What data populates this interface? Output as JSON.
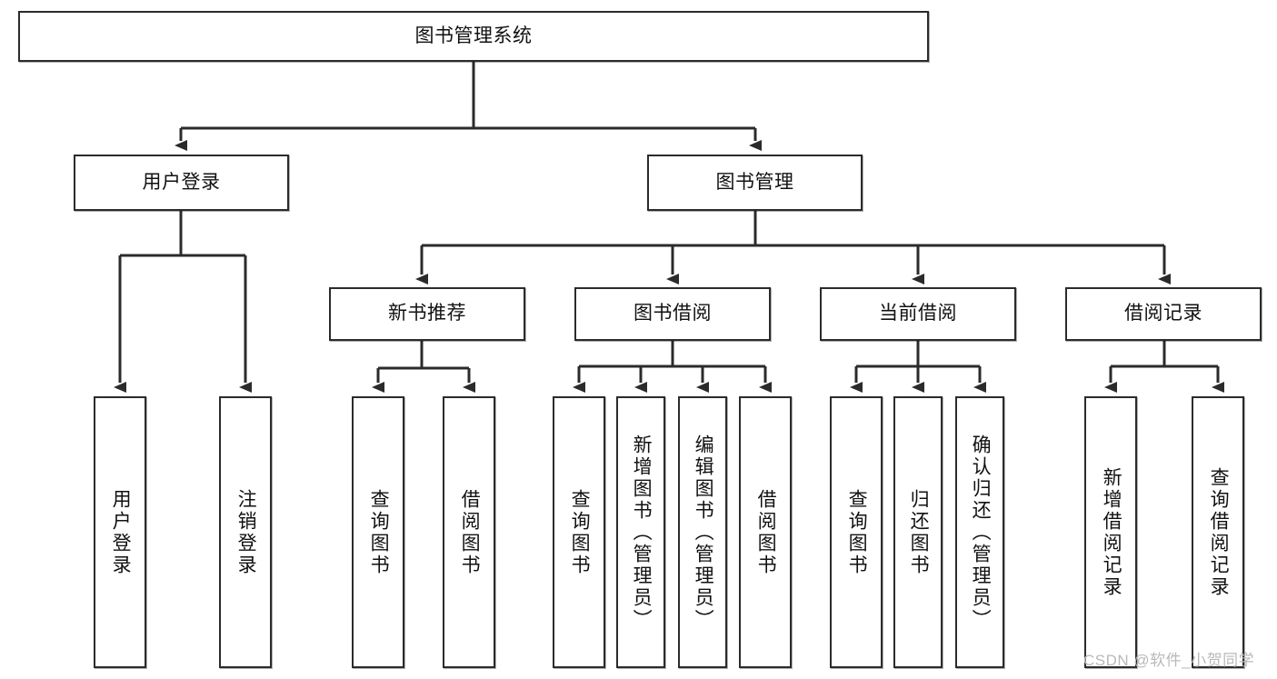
{
  "diagram": {
    "type": "tree-flowchart",
    "title": "图书管理系统",
    "watermark": "CSDN @软件_小贺同学",
    "colors": {
      "box_border": "#2b2b2b",
      "box_fill": "#ffffff",
      "connector": "#2b2b2b",
      "text": "#111111",
      "watermark": "#b9b9b9"
    },
    "nodes": {
      "root": {
        "label": "图书管理系统"
      },
      "level2": [
        {
          "id": "user-login",
          "label": "用户登录"
        },
        {
          "id": "book-manage",
          "label": "图书管理"
        }
      ],
      "level3": [
        {
          "id": "new-book-recommend",
          "label": "新书推荐"
        },
        {
          "id": "book-borrow",
          "label": "图书借阅"
        },
        {
          "id": "current-borrow",
          "label": "当前借阅"
        },
        {
          "id": "borrow-record",
          "label": "借阅记录"
        }
      ],
      "leaves": {
        "user_login": [
          {
            "id": "leaf-user-login",
            "label": "用户登录"
          },
          {
            "id": "leaf-user-logout",
            "label": "注销登录"
          }
        ],
        "new_book_recommend": [
          {
            "id": "leaf-query-book-1",
            "label": "查询图书"
          },
          {
            "id": "leaf-borrow-book-1",
            "label": "借阅图书"
          }
        ],
        "book_borrow": [
          {
            "id": "leaf-query-book-2",
            "label": "查询图书"
          },
          {
            "id": "leaf-add-book",
            "label": "新增图书（管理员）"
          },
          {
            "id": "leaf-edit-book",
            "label": "编辑图书（管理员）"
          },
          {
            "id": "leaf-borrow-book-2",
            "label": "借阅图书"
          }
        ],
        "current_borrow": [
          {
            "id": "leaf-query-book-3",
            "label": "查询图书"
          },
          {
            "id": "leaf-return-book",
            "label": "归还图书"
          },
          {
            "id": "leaf-confirm-return",
            "label": "确认归还（管理员）"
          }
        ],
        "borrow_record": [
          {
            "id": "leaf-add-record",
            "label": "新增借阅记录"
          },
          {
            "id": "leaf-query-record",
            "label": "查询借阅记录"
          }
        ]
      }
    }
  }
}
